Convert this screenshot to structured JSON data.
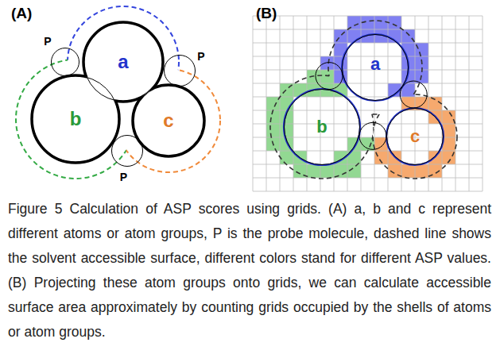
{
  "diagram": {
    "caption": "Figure 5 Calculation of ASP scores using grids. (A) a, b and c represent different atoms or atom groups, P is the probe molecule, dashed line shows the solvent accessible surface, different colors stand for different ASP values. (B) Projecting these atom groups onto grids, we can calculate accessible surface area approximately by counting grids occupied by the shells of atoms or atom groups.",
    "nodes": [
      {
        "text": [
          "a"
        ]
      },
      {
        "text": [
          "b"
        ]
      },
      {
        "text": [
          "c"
        ]
      },
      {
        "text": [
          "P"
        ]
      },
      {
        "text": [
          "P"
        ]
      },
      {
        "text": [
          "P"
        ]
      },
      {
        "text": [
          "a"
        ]
      },
      {
        "text": [
          "b"
        ]
      },
      {
        "text": [
          "c"
        ]
      }
    ],
    "labels": [
      "(A)",
      "(B)"
    ]
  }
}
